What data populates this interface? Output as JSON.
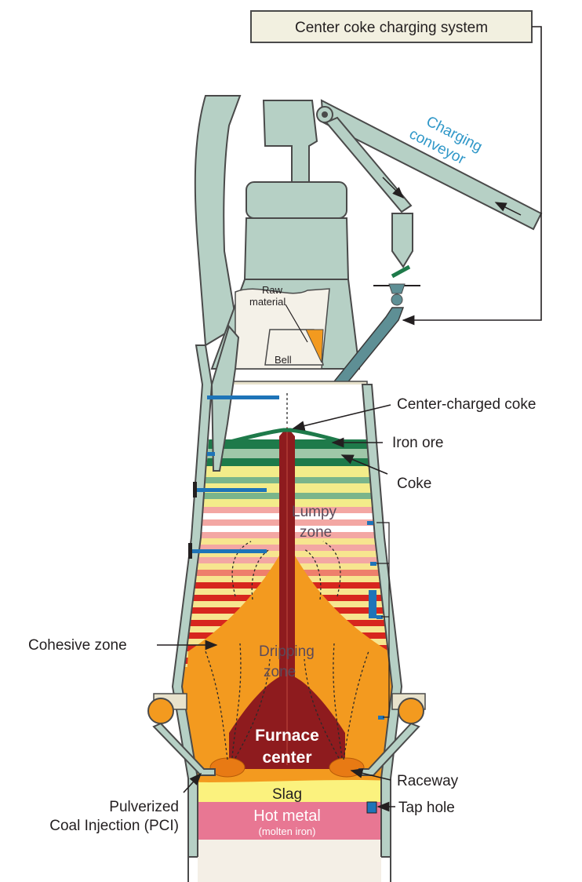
{
  "labels": {
    "center_coke_charging_system": "Center coke charging system",
    "charging_conveyor_line1": "Charging",
    "charging_conveyor_line2": "conveyor",
    "raw_material_line1": "Raw",
    "raw_material_line2": "material",
    "bell": "Bell",
    "center_charged_coke": "Center-charged coke",
    "iron_ore": "Iron ore",
    "coke": "Coke",
    "lumpy_zone_line1": "Lumpy",
    "lumpy_zone_line2": "zone",
    "cohesive_zone": "Cohesive zone",
    "dripping_zone_line1": "Dripping",
    "dripping_zone_line2": "zone",
    "furnace_center_line1": "Furnace",
    "furnace_center_line2": "center",
    "raceway": "Raceway",
    "slag": "Slag",
    "hot_metal": "Hot metal",
    "molten_iron": "(molten iron)",
    "tap_hole": "Tap hole",
    "pci_line1": "Pulverized",
    "pci_line2": "Coal Injection (PCI)"
  },
  "colors": {
    "shell": "#b6d0c5",
    "iron_ore_layer": "#1e7a4a",
    "coke_layer": "#f3ec8a",
    "cohesive_red": "#d7261e",
    "dripping_orange": "#f39a1f",
    "furnace_center": "#8e1b1e",
    "slag": "#fbf27e",
    "hot_metal": "#e87793",
    "conveyor_label": "#2f97c8",
    "tuyere_blue": "#1e74b8"
  }
}
